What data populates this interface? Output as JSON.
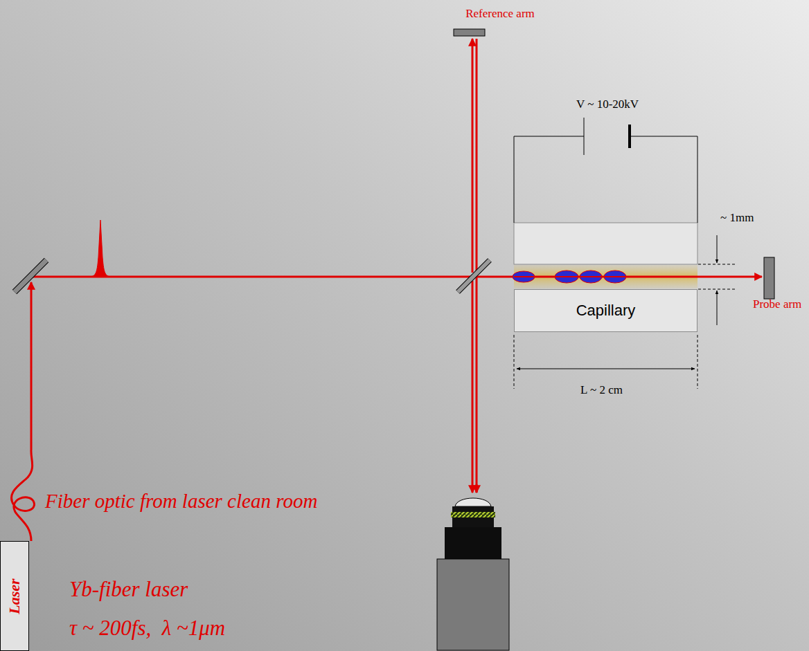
{
  "diagram": {
    "nodes": [
      {
        "text": [
          "Laser"
        ]
      },
      {
        "text": [
          "Capillary"
        ]
      }
    ],
    "labels": [
      "Reference arm",
      "V ~ 10-20kV",
      "~ 1mm",
      "Probe arm",
      "L ~ 2 cm",
      "Fiber optic from laser clean room",
      "Yb-fiber laser",
      "τ ~ 200fs,  λ ~1μm"
    ]
  }
}
